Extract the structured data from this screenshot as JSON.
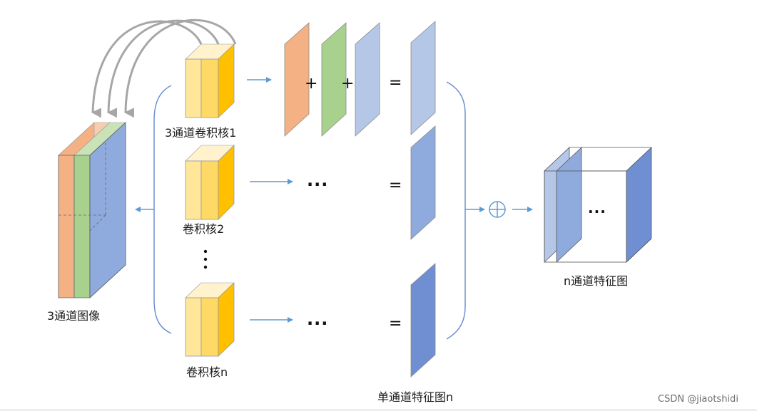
{
  "labels": {
    "input_image": "3通道图像",
    "kernel_1": "3通道卷积核1",
    "kernel_2": "卷积核2",
    "kernel_n": "卷积核n",
    "single_feature_map": "单通道特征图n",
    "output_feature_map": "n通道特征图"
  },
  "symbols": {
    "plus": "+",
    "equals": "=",
    "ellipsis": "···",
    "vertical_ellipsis": "⋮",
    "sum": "⊕"
  },
  "watermark": "CSDN @jiaotshidi",
  "colors": {
    "orange_channel": "#F4B183",
    "green_channel": "#A9D18E",
    "blue_channel": "#8FAADC",
    "kernel_yellow_light": "#FFE699",
    "kernel_yellow": "#FFD966",
    "kernel_gold": "#FFC000",
    "map_light_blue": "#B4C7E7",
    "map_mid_blue": "#8FAADC",
    "map_dark_blue": "#6F8FD2",
    "arrow_blue": "#5B9BD5",
    "arrow_gray": "#A6A6A6"
  }
}
